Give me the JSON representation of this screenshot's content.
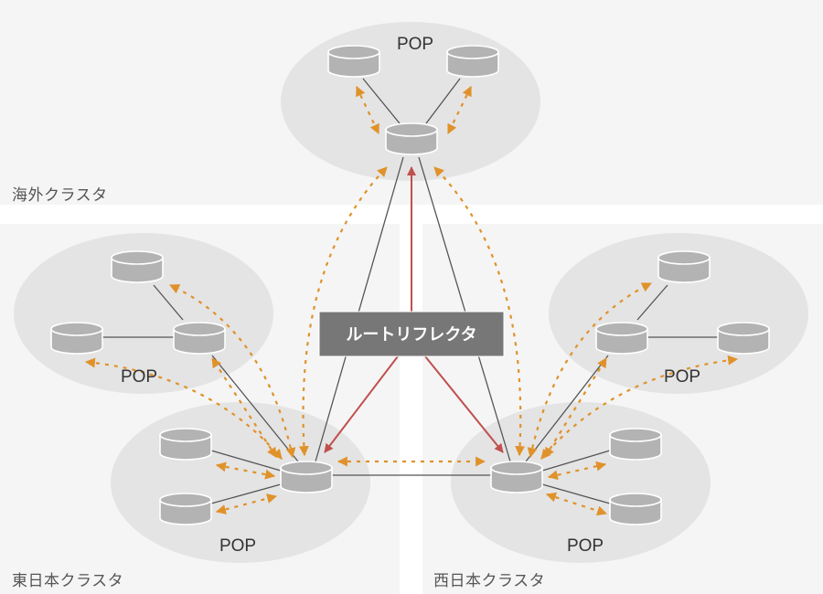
{
  "clusters": {
    "overseas": {
      "label": "海外クラスタ"
    },
    "east_japan": {
      "label": "東日本クラスタ"
    },
    "west_japan": {
      "label": "西日本クラスタ"
    }
  },
  "pops": {
    "overseas": {
      "label": "POP"
    },
    "east_upper": {
      "label": "POP"
    },
    "east_hub": {
      "label": "POP"
    },
    "west_upper": {
      "label": "POP"
    },
    "west_hub": {
      "label": "POP"
    }
  },
  "route_reflector": {
    "label": "ルートリフレクタ"
  },
  "colors": {
    "panel_bg": "#f5f5f5",
    "pop_ellipse": "#e4e4e4",
    "node_fill": "#b3b3b3",
    "node_stroke": "#ffffff",
    "link": "#555555",
    "ibgp_arrow": "#e0922a",
    "reflector_arrow": "#c0504d",
    "reflector_box": "#777777"
  },
  "icons": {
    "router": "cylinder-router-icon"
  }
}
